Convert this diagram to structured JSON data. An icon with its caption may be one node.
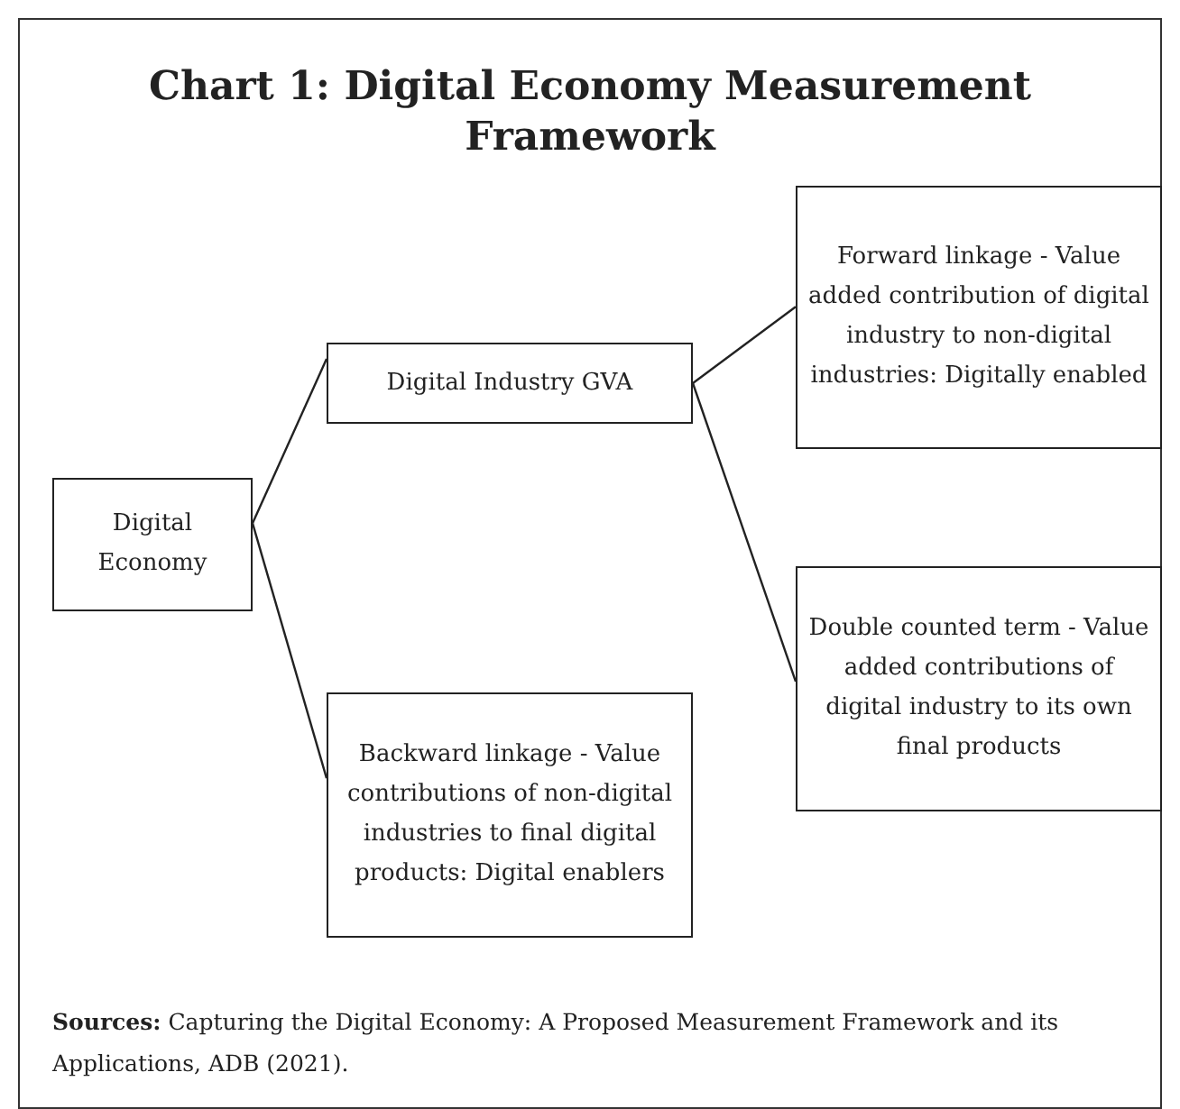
{
  "diagram": {
    "title": "Chart 1: Digital Economy Measurement Framework",
    "caption": "**Sources:** Capturing the Digital Economy: A Proposed Measurement Framework and its Applications, ADB (2021).",
    "nodes": [
      {
        "text": [
          "Forward linkage - Value added contribution of digital industry to non-digital industries: Digitally enabled"
        ]
      },
      {
        "text": [
          "Digital Industry GVA"
        ]
      },
      {
        "text": [
          "Digital Economy"
        ]
      },
      {
        "text": [
          "Double counted term - Value added contributions of digital industry to its own final products"
        ]
      },
      {
        "text": [
          "Backward linkage - Value contributions of non-digital industries to final digital products: Digital enablers"
        ]
      }
    ],
    "edges": [
      {
        "from": 2,
        "to": 1,
        "arrow": "none"
      },
      {
        "from": 2,
        "to": 4,
        "arrow": "none"
      },
      {
        "from": 1,
        "to": 0,
        "arrow": "none"
      },
      {
        "from": 1,
        "to": 3,
        "arrow": "none"
      }
    ]
  }
}
